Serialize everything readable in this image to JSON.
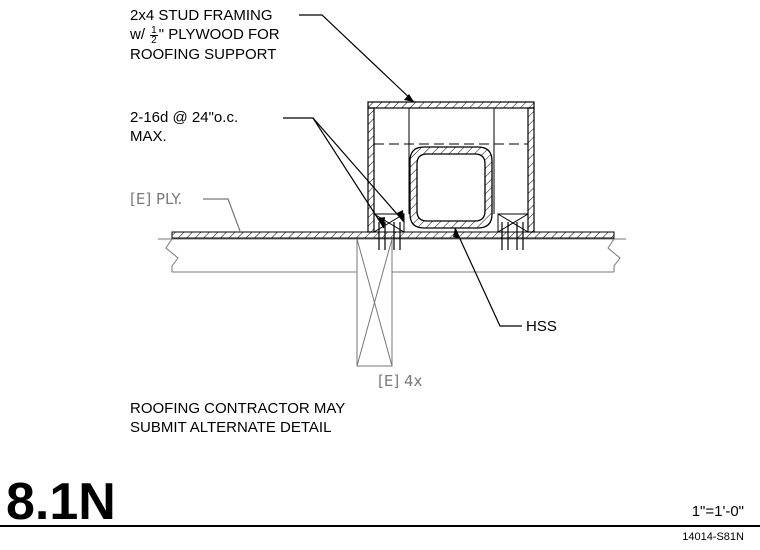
{
  "notes": {
    "stud_framing": {
      "line1": "2x4 STUD FRAMING",
      "line2_prefix": "w/",
      "fraction_num": "1",
      "fraction_den": "2",
      "line2_suffix": "\" PLYWOOD FOR",
      "line3": "ROOFING SUPPORT"
    },
    "nails": {
      "line1": "2-16d @ 24\"o.c.",
      "line2": "MAX."
    },
    "existing_ply": "[E] PLY.",
    "hss": "HSS",
    "existing_4x": "[E] 4x",
    "contractor": {
      "line1": "ROOFING CONTRACTOR MAY",
      "line2": "SUBMIT ALTERNATE DETAIL"
    }
  },
  "title_block": {
    "detail_number": "8.1N",
    "scale": "1\"=1'-0\"",
    "sheet_ref": "14014-S81N"
  }
}
